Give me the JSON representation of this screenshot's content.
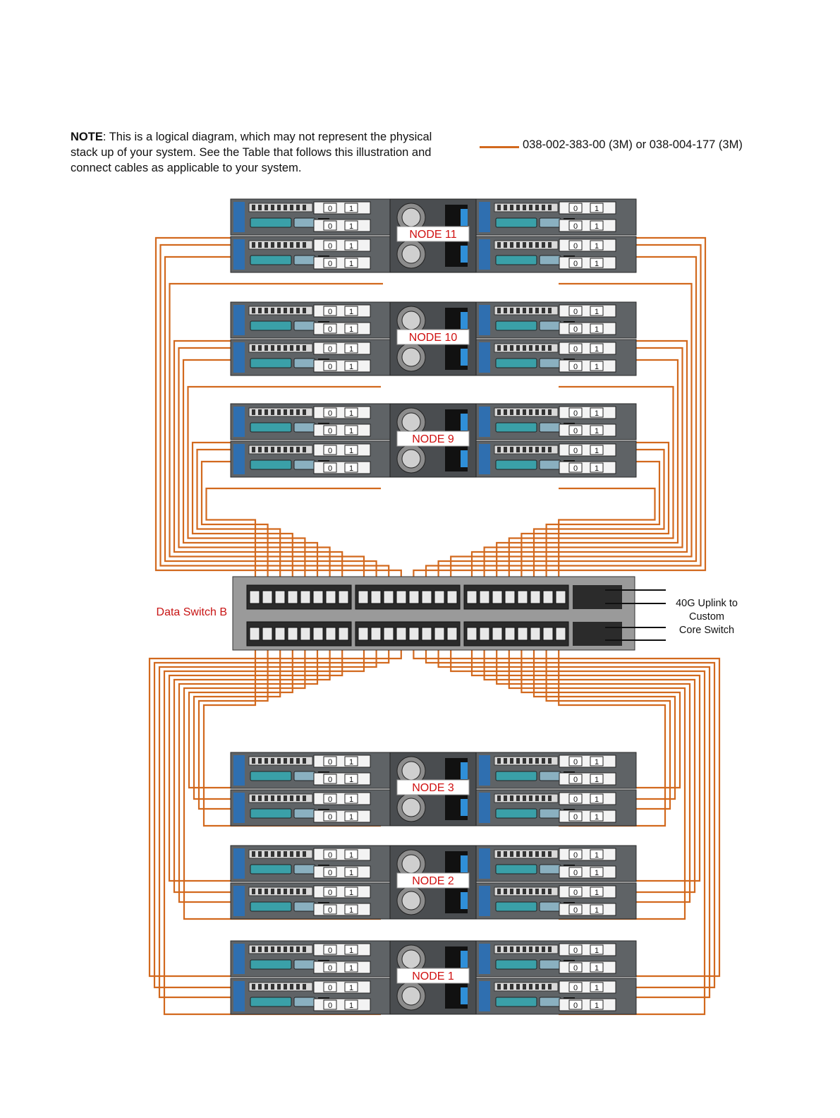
{
  "note": {
    "label": "NOTE",
    "text": ":  This is a logical diagram, which may not represent the physical stack up of your system. See the Table that follows this illustration and connect cables as applicable to your system."
  },
  "legend": {
    "cable": "038-002-383-00 (3M) or 038-004-177 (3M)",
    "color": "#d2691e"
  },
  "nodes": [
    {
      "label": "NODE 11"
    },
    {
      "label": "NODE 10"
    },
    {
      "label": "NODE 9"
    },
    {
      "label": "NODE 3"
    },
    {
      "label": "NODE 2"
    },
    {
      "label": "NODE 1"
    }
  ],
  "port_labels": [
    "0",
    "1"
  ],
  "switch": {
    "label": "Data Switch B",
    "uplink_lines": [
      "40G Uplink to",
      "Custom",
      "Core Switch"
    ]
  }
}
